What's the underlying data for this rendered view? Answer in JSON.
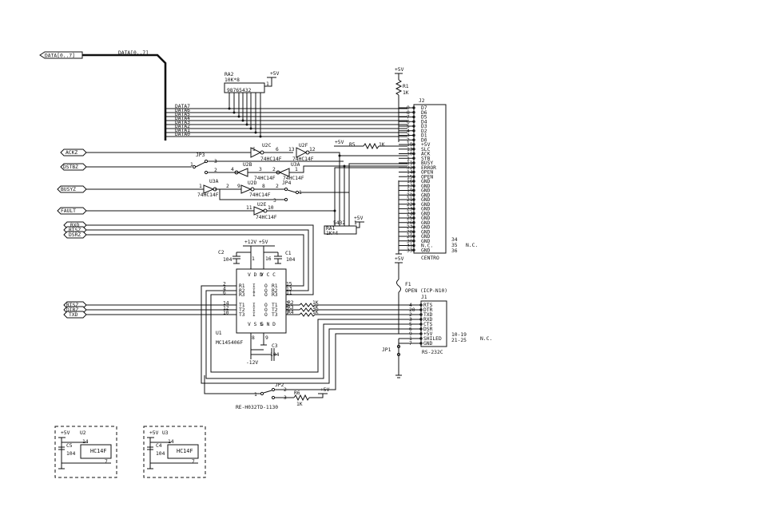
{
  "bus": {
    "port_label": "DATA[0..7]",
    "bus_label": "DATA[0..7]"
  },
  "data_nets": [
    "DATA7",
    "DATA6",
    "DATA5",
    "DATA4",
    "DATA3",
    "DATA2",
    "DATA1",
    "DATA0"
  ],
  "ports": [
    "ACKZ",
    "DSTBZ",
    "BUSYZ",
    "FAULT",
    "RXD",
    "RTSZ",
    "DSRZ",
    "RTSZ",
    "DTRZ",
    "TXD"
  ],
  "ra2": {
    "ref": "RA2",
    "value": "10K*8",
    "pins": "98765432",
    "pin1": "1",
    "supply": "+5V"
  },
  "r1": {
    "supply": "+5V",
    "ref": "R1",
    "value": "1K"
  },
  "r5": {
    "supply": "+5V",
    "ref": "R5",
    "value": "1K"
  },
  "ra1": {
    "ref": "RA1",
    "value": "1K*4",
    "pins": "5432",
    "pin1": "1",
    "supply": "+5V"
  },
  "centro": {
    "ref": "J2",
    "name": "CENTRO",
    "rows": [
      {
        "pin": "9",
        "sig": "D7"
      },
      {
        "pin": "8",
        "sig": "D6"
      },
      {
        "pin": "7",
        "sig": "D5"
      },
      {
        "pin": "6",
        "sig": "D4"
      },
      {
        "pin": "5",
        "sig": "D3"
      },
      {
        "pin": "4",
        "sig": "D2"
      },
      {
        "pin": "3",
        "sig": "D1"
      },
      {
        "pin": "2",
        "sig": "D0"
      },
      {
        "pin": "18",
        "sig": "+5V"
      },
      {
        "pin": "13",
        "sig": "SLC"
      },
      {
        "pin": "10",
        "sig": "ACK"
      },
      {
        "pin": "1",
        "sig": "STB"
      },
      {
        "pin": "11",
        "sig": "BUSY"
      },
      {
        "pin": "32",
        "sig": "ERROR"
      },
      {
        "pin": "14",
        "sig": "OPEN"
      },
      {
        "pin": "15",
        "sig": "OPEN"
      },
      {
        "pin": "16",
        "sig": "GND"
      },
      {
        "pin": "17",
        "sig": "GND"
      },
      {
        "pin": "19",
        "sig": "GND"
      },
      {
        "pin": "20",
        "sig": "GND"
      },
      {
        "pin": "21",
        "sig": "GND"
      },
      {
        "pin": "22",
        "sig": "GND"
      },
      {
        "pin": "23",
        "sig": "GND"
      },
      {
        "pin": "24",
        "sig": "GND"
      },
      {
        "pin": "25",
        "sig": "GND"
      },
      {
        "pin": "26",
        "sig": "GND"
      },
      {
        "pin": "27",
        "sig": "GND"
      },
      {
        "pin": "28",
        "sig": "GND"
      },
      {
        "pin": "29",
        "sig": "GND"
      },
      {
        "pin": "30",
        "sig": "GND"
      },
      {
        "pin": "31",
        "sig": "N.C."
      },
      {
        "pin": "33",
        "sig": "GND"
      }
    ],
    "nc_pins": [
      "34",
      "35",
      "36"
    ],
    "nc_label": "N.C."
  },
  "gates": {
    "u2c": {
      "ref": "U2C",
      "in": "5",
      "out": "6"
    },
    "u2f": {
      "ref": "U2F",
      "in": "13",
      "out": "12",
      "part": "74HC14F"
    },
    "u2b": {
      "ref": "U2B",
      "in": "3",
      "out": "4",
      "part": "74HC14F"
    },
    "u3a_top": {
      "ref": "U3A",
      "in": "1",
      "out": "2",
      "part": "74HC14F"
    },
    "u3a_left": {
      "ref": "U3A",
      "in": "1",
      "out": "2",
      "part": "74HC14F"
    },
    "u2d": {
      "ref": "U2D",
      "in": "9",
      "out": "8",
      "part": "74HC14F"
    },
    "u2e": {
      "ref": "U2E",
      "in": "11",
      "out": "10",
      "part": "74HC14F"
    }
  },
  "jp3": {
    "ref": "JP3",
    "p1": "1",
    "p2": "2",
    "p3": "3"
  },
  "jp4": {
    "ref": "JP4",
    "p1": "1",
    "p2": "2",
    "p3": "3"
  },
  "u1": {
    "ref": "U1",
    "part": "MC145406F",
    "vcc1": "+12V",
    "vcc2": "+5V",
    "top_pins": {
      "p1": "1",
      "p8": "8",
      "p16": "16",
      "p9": "9"
    },
    "vdd_label": "V D D",
    "vcc_label": "V C C",
    "vss_label": "V S S",
    "gnd_label": "G N D",
    "left_pins": [
      "2",
      "4",
      "6",
      "14",
      "12",
      "10"
    ],
    "right_pins": [
      "15",
      "13",
      "11",
      "3",
      "5",
      "7"
    ],
    "rows": [
      {
        "l": "R1",
        "r": "R1"
      },
      {
        "l": "R2",
        "r": "R2"
      },
      {
        "l": "R3",
        "r": "R3"
      },
      {
        "l": "T1",
        "r": "T1"
      },
      {
        "l": "T2",
        "r": "T2"
      },
      {
        "l": "T3",
        "r": "T3"
      }
    ],
    "i_label": "I",
    "o_label": "O",
    "vss_supply": "-12V"
  },
  "caps": {
    "c1": {
      "ref": "C1",
      "value": "104"
    },
    "c2": {
      "ref": "C2",
      "value": "104"
    },
    "c3": {
      "ref": "C3",
      "value": "104"
    },
    "c4": {
      "ref": "C4",
      "value": "104"
    },
    "c5": {
      "ref": "C5",
      "value": "104"
    }
  },
  "series_r": [
    {
      "ref": "R2",
      "value": "1K"
    },
    {
      "ref": "R3",
      "value": "1K"
    },
    {
      "ref": "R4",
      "value": "1K"
    }
  ],
  "fuse": {
    "supply": "+5V",
    "ref": "F1",
    "value": "OPEN (ICP-N10)"
  },
  "rs232": {
    "ref": "J1",
    "name": "RS-232C",
    "rows": [
      {
        "pin": "4",
        "sig": "RTS"
      },
      {
        "pin": "20",
        "sig": "DTR"
      },
      {
        "pin": "2",
        "sig": "TXD"
      },
      {
        "pin": "3",
        "sig": "RXD"
      },
      {
        "pin": "5",
        "sig": "CTS"
      },
      {
        "pin": "6",
        "sig": "DSR"
      },
      {
        "pin": "9",
        "sig": "+5V"
      },
      {
        "pin": "1",
        "sig": "SHILED"
      },
      {
        "pin": "7",
        "sig": "GND"
      }
    ],
    "nc_pins": "10-19\n21-25",
    "nc_label": "N.C."
  },
  "jp1": {
    "ref": "JP1"
  },
  "jp2": {
    "ref": "JP2",
    "p1": "1",
    "p2": "2",
    "p3": "3",
    "part": "RE-H032TD-1130"
  },
  "r6": {
    "ref": "R6",
    "value": "1K",
    "supply": "+5V"
  },
  "decoupling": [
    {
      "supply": "+5V",
      "ic": "U2",
      "cap": "C5",
      "value": "104",
      "pin14": "14",
      "pin7": "7",
      "part": "HC14F"
    },
    {
      "supply": "+5V",
      "ic": "U3",
      "cap": "C4",
      "value": "104",
      "pin14": "14",
      "pin7": "7",
      "part": "HC14F"
    }
  ]
}
